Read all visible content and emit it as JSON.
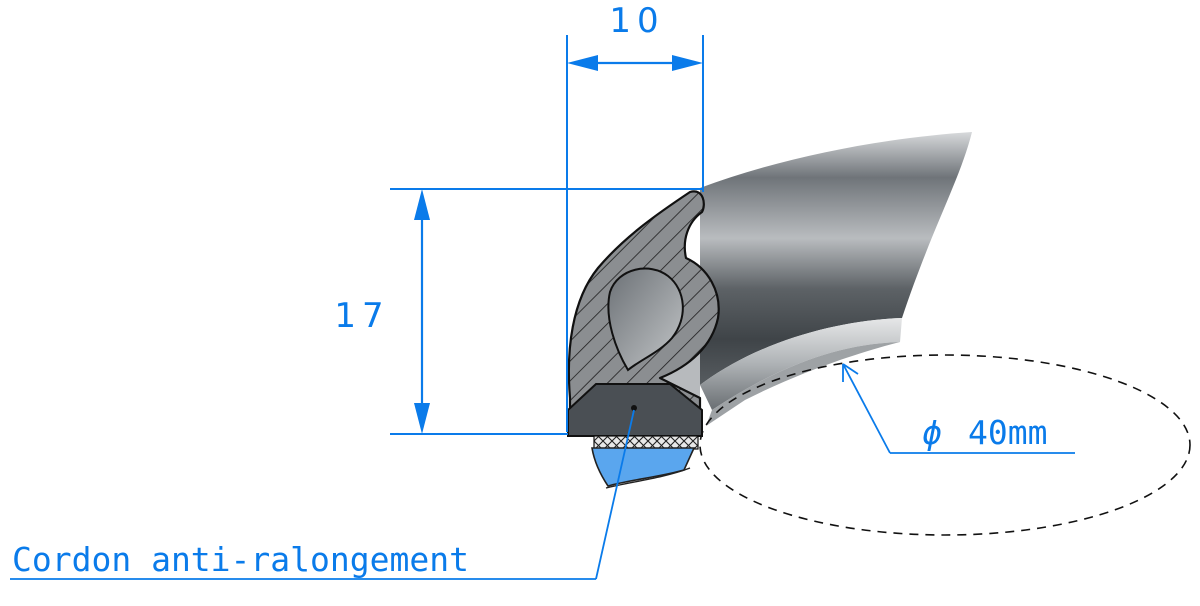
{
  "dimensions": {
    "width": "10",
    "height": "17",
    "diameter_symbol": "ϕ",
    "diameter": "40mm"
  },
  "labels": {
    "cord": "Cordon anti-ralongement"
  },
  "colors": {
    "annotation": "#0a7bea",
    "profile_dark": "#444a50",
    "profile_mid": "#8e9398",
    "profile_light": "#cfd2d4",
    "section_fill": "#8a8d90",
    "insert_blue": "#5aa6ee"
  }
}
